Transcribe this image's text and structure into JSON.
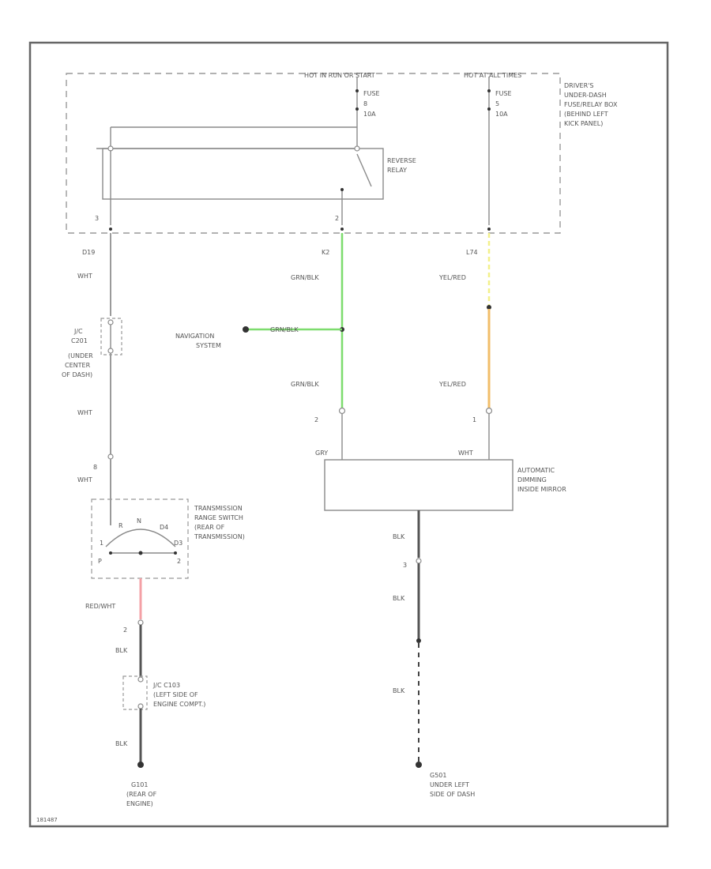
{
  "power_feeds": {
    "hot_run_start": "HOT IN RUN OR START",
    "hot_at_all_times": "HOT AT ALL TIMES"
  },
  "fuses": [
    {
      "label": "FUSE",
      "number": "8",
      "amps": "10A"
    },
    {
      "label": "FUSE",
      "number": "5",
      "amps": "10A"
    }
  ],
  "fuse_box_label": [
    "DRIVER'S",
    "UNDER-DASH",
    "FUSE/RELAY BOX",
    "(BEHIND LEFT",
    "KICK PANEL)"
  ],
  "reverse_relay_label": [
    "REVERSE",
    "RELAY"
  ],
  "pins": {
    "relay_left": "3",
    "relay_mid": "2",
    "mirror_in_2": "2",
    "mirror_in_1": "1",
    "c_pin_8": "8",
    "c_pin_2": "2",
    "g_pin_3": "3"
  },
  "circuits": {
    "c1": "D19",
    "c2": "K2",
    "c3": "L74"
  },
  "wire_colors": {
    "wht_1": "WHT",
    "wht_2": "WHT",
    "wht_3": "WHT",
    "grn_blk_1": "GRN/BLK",
    "grn_blk_2": "GRN/BLK",
    "grn_blk_nav": "GRN/BLK",
    "yel_red_1": "YEL/RED",
    "yel_red_2": "YEL/RED",
    "red_wht": "RED/WHT",
    "blk_1": "BLK",
    "blk_2": "BLK",
    "blk_3": "BLK",
    "blk_4": "BLK",
    "blk_5": "BLK",
    "mirror_grn": "GRY",
    "mirror_wht": "WHT"
  },
  "components": {
    "connector_c201": [
      "J/C",
      "C201",
      "(UNDER",
      "CENTER",
      "OF DASH)"
    ],
    "navigation_system": [
      "NAVIGATION",
      "SYSTEM"
    ],
    "trs": [
      "TRANSMISSION",
      "RANGE SWITCH",
      "(REAR OF",
      "TRANSMISSION)"
    ],
    "trs_positions": {
      "p": "P",
      "r": "R",
      "d3": "D3",
      "d4": "D4",
      "n": "N",
      "two": "2",
      "one": "1"
    },
    "mirror": [
      "AUTOMATIC",
      "DIMMING",
      "INSIDE MIRROR"
    ],
    "connector_c103": [
      "J/C C103",
      "(LEFT SIDE OF",
      "ENGINE COMPT.)"
    ],
    "ground_g101": [
      "G101",
      "(REAR OF",
      "ENGINE)"
    ],
    "ground_g501": [
      "G501",
      "UNDER LEFT",
      "SIDE OF DASH"
    ]
  },
  "footer_code": "181487"
}
